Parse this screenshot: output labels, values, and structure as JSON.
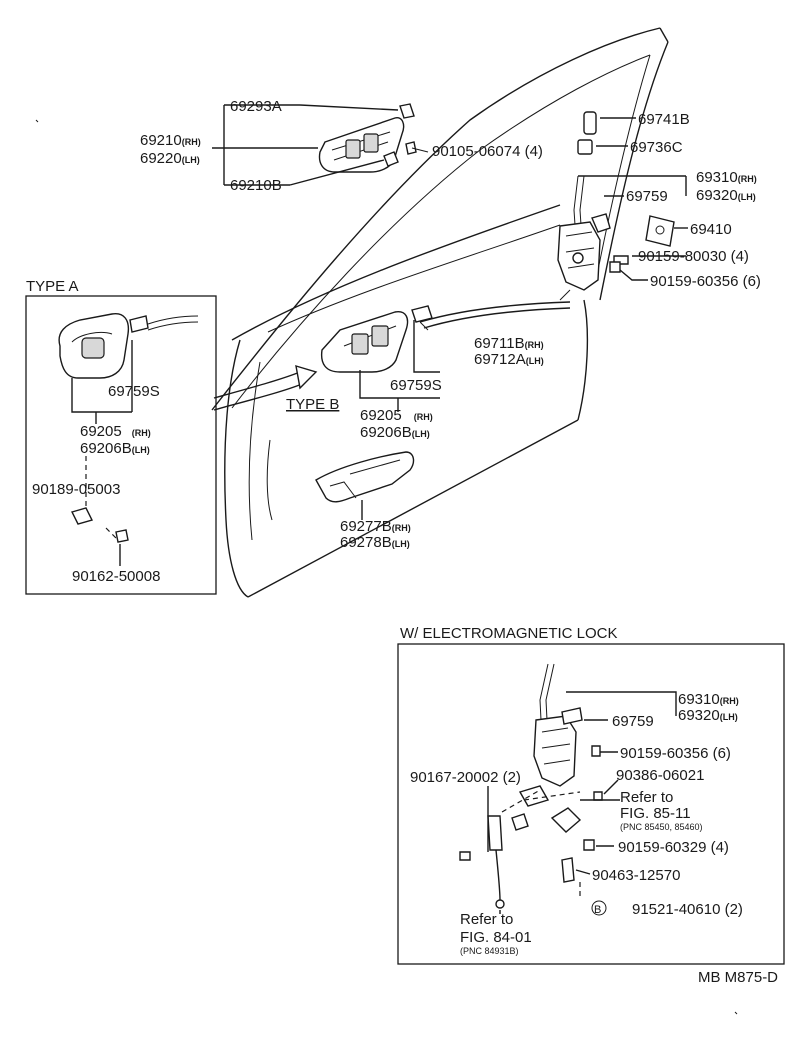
{
  "diagram_id": "MB M875-D",
  "sections": {
    "type_a": "TYPE A",
    "type_b": "TYPE B",
    "emlock": "W/ ELECTROMAGNETIC LOCK"
  },
  "labels": {
    "p69293a": "69293A",
    "p69210": "69210",
    "p69210_sfx": "(RH)",
    "p69220": "69220",
    "p69220_sfx": "(LH)",
    "p69210b": "69210B",
    "p90105": "90105-06074 (4)",
    "p69741b": "69741B",
    "p69736c": "69736C",
    "p69759_top": "69759",
    "p69310_top": "69310",
    "p69310_top_sfx": "(RH)",
    "p69320_top": "69320",
    "p69320_top_sfx": "(LH)",
    "p69410": "69410",
    "p90159_80030": "90159-80030 (4)",
    "p90159_60356_top": "90159-60356 (6)",
    "p69711b": "69711B",
    "p69711b_sfx": "(RH)",
    "p69712a": "69712A",
    "p69712a_sfx": "(LH)",
    "p69759s_b": "69759S",
    "p69205_b": "69205",
    "p69205_b_sfx": "(RH)",
    "p69206b_b": "69206B",
    "p69206b_b_sfx": "(LH)",
    "p69277b": "69277B",
    "p69277b_sfx": "(RH)",
    "p69278b": "69278B",
    "p69278b_sfx": "(LH)",
    "p69759s_a": "69759S",
    "p69205_a": "69205",
    "p69205_a_sfx": "(RH)",
    "p69206b_a": "69206B",
    "p69206b_a_sfx": "(LH)",
    "p90189": "90189-05003",
    "p90162": "90162-50008",
    "p69310_em": "69310",
    "p69310_em_sfx": "(RH)",
    "p69320_em": "69320",
    "p69320_em_sfx": "(LH)",
    "p69759_em": "69759",
    "p90159_60356_em": "90159-60356 (6)",
    "p90167": "90167-20002 (2)",
    "p90386": "90386-06021",
    "ref_85_1": "Refer to",
    "ref_85_2": "FIG. 85-11",
    "ref_85_pnc": "(PNC 85450, 85460)",
    "p90159_60329": "90159-60329 (4)",
    "p90463": "90463-12570",
    "b_marker": "B",
    "p91521": "91521-40610 (2)",
    "ref_84_1": "Refer to",
    "ref_84_2": "FIG. 84-01",
    "ref_84_pnc": "(PNC 84931B)"
  }
}
